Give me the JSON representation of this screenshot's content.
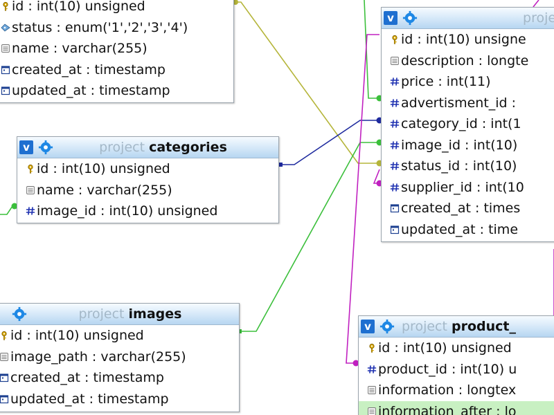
{
  "colors": {
    "header_db_text": "#a4b8c8",
    "header_gradient_bottom": "#b7d6f1",
    "v_button": "#1e6fd0",
    "line_olive": "#b5b53a",
    "line_green": "#3bbf3b",
    "line_navy": "#1e2a9e",
    "line_magenta": "#c020c0",
    "highlight_row": "#c8f0c2"
  },
  "tables": {
    "top_left": {
      "db": "",
      "name": "",
      "columns": [
        {
          "icon": "key-icon",
          "text": "id : int(10) unsigned"
        },
        {
          "icon": "enum-icon",
          "text": "status : enum('1','2','3','4')"
        },
        {
          "icon": "text-icon",
          "text": "name : varchar(255)"
        },
        {
          "icon": "timestamp-icon",
          "text": "created_at : timestamp"
        },
        {
          "icon": "timestamp-icon",
          "text": "updated_at : timestamp"
        }
      ]
    },
    "categories": {
      "toggle": "v",
      "db": "project",
      "name": "categories",
      "columns": [
        {
          "icon": "key-icon",
          "text": "id : int(10) unsigned"
        },
        {
          "icon": "text-icon",
          "text": "name : varchar(255)"
        },
        {
          "icon": "number-icon",
          "text": "image_id : int(10) unsigned"
        }
      ]
    },
    "images": {
      "toggle": "v",
      "db": "project",
      "name": "images",
      "columns": [
        {
          "icon": "key-icon",
          "text": "id : int(10) unsigned"
        },
        {
          "icon": "text-icon",
          "text": "image_path : varchar(255)"
        },
        {
          "icon": "timestamp-icon",
          "text": "created_at : timestamp"
        },
        {
          "icon": "timestamp-icon",
          "text": "updated_at : timestamp"
        }
      ]
    },
    "products": {
      "toggle": "v",
      "db": "project",
      "name": "",
      "columns": [
        {
          "icon": "key-icon",
          "text": "id : int(10) unsigne"
        },
        {
          "icon": "text-icon",
          "text": "description : longte"
        },
        {
          "icon": "number-icon",
          "text": "price : int(11)"
        },
        {
          "icon": "number-icon",
          "text": "advertisment_id :"
        },
        {
          "icon": "number-icon",
          "text": "category_id : int(1"
        },
        {
          "icon": "number-icon",
          "text": "image_id : int(10) "
        },
        {
          "icon": "number-icon",
          "text": "status_id : int(10) "
        },
        {
          "icon": "number-icon",
          "text": "supplier_id : int(10"
        },
        {
          "icon": "timestamp-icon",
          "text": "created_at : times"
        },
        {
          "icon": "timestamp-icon",
          "text": "updated_at : time"
        }
      ]
    },
    "product_info": {
      "toggle": "v",
      "db": "project",
      "name": "product_",
      "columns": [
        {
          "icon": "key-icon",
          "text": "id : int(10) unsigned"
        },
        {
          "icon": "number-icon",
          "text": "product_id : int(10) u"
        },
        {
          "icon": "text-icon",
          "text": "information : longtex"
        },
        {
          "icon": "text-icon",
          "text": "information_after : lo",
          "highlight": true
        }
      ]
    }
  }
}
